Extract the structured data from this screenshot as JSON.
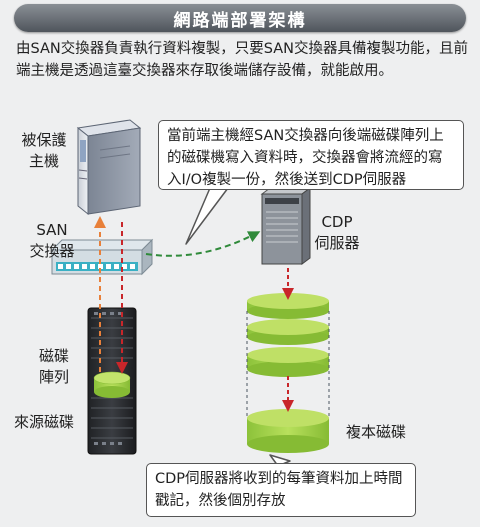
{
  "title": "網路端部署架構",
  "intro": "由SAN交換器負責執行資料複製，只要SAN交換器具備複製功能，且前端主機是透過這臺交換器來存取後端儲存設備，就能啟用。",
  "labels": {
    "protected_host": "被保護\n主機",
    "san_switch": "SAN\n交換器",
    "disk_array": "磁碟\n陣列",
    "source_disk": "來源磁碟",
    "cdp_server": "CDP\n伺服器",
    "replica_disk": "複本磁碟"
  },
  "callouts": {
    "top": "當前端主機經SAN交換器向後端磁碟陣列上的磁碟機寫入資料時，交換器會將流經的寫入I/O複製一份，然後送到CDP伺服器",
    "bottom": "CDP伺服器將收到的每筆資料加上時間戳記，然後個別存放"
  },
  "colors": {
    "title_bar": "#5f656b",
    "arrow_orange": "#e8803a",
    "arrow_red": "#c8262a",
    "arrow_green": "#2f8a3a",
    "disk_green": "#a6d24a",
    "switch_teal": "#3ab0c4"
  }
}
